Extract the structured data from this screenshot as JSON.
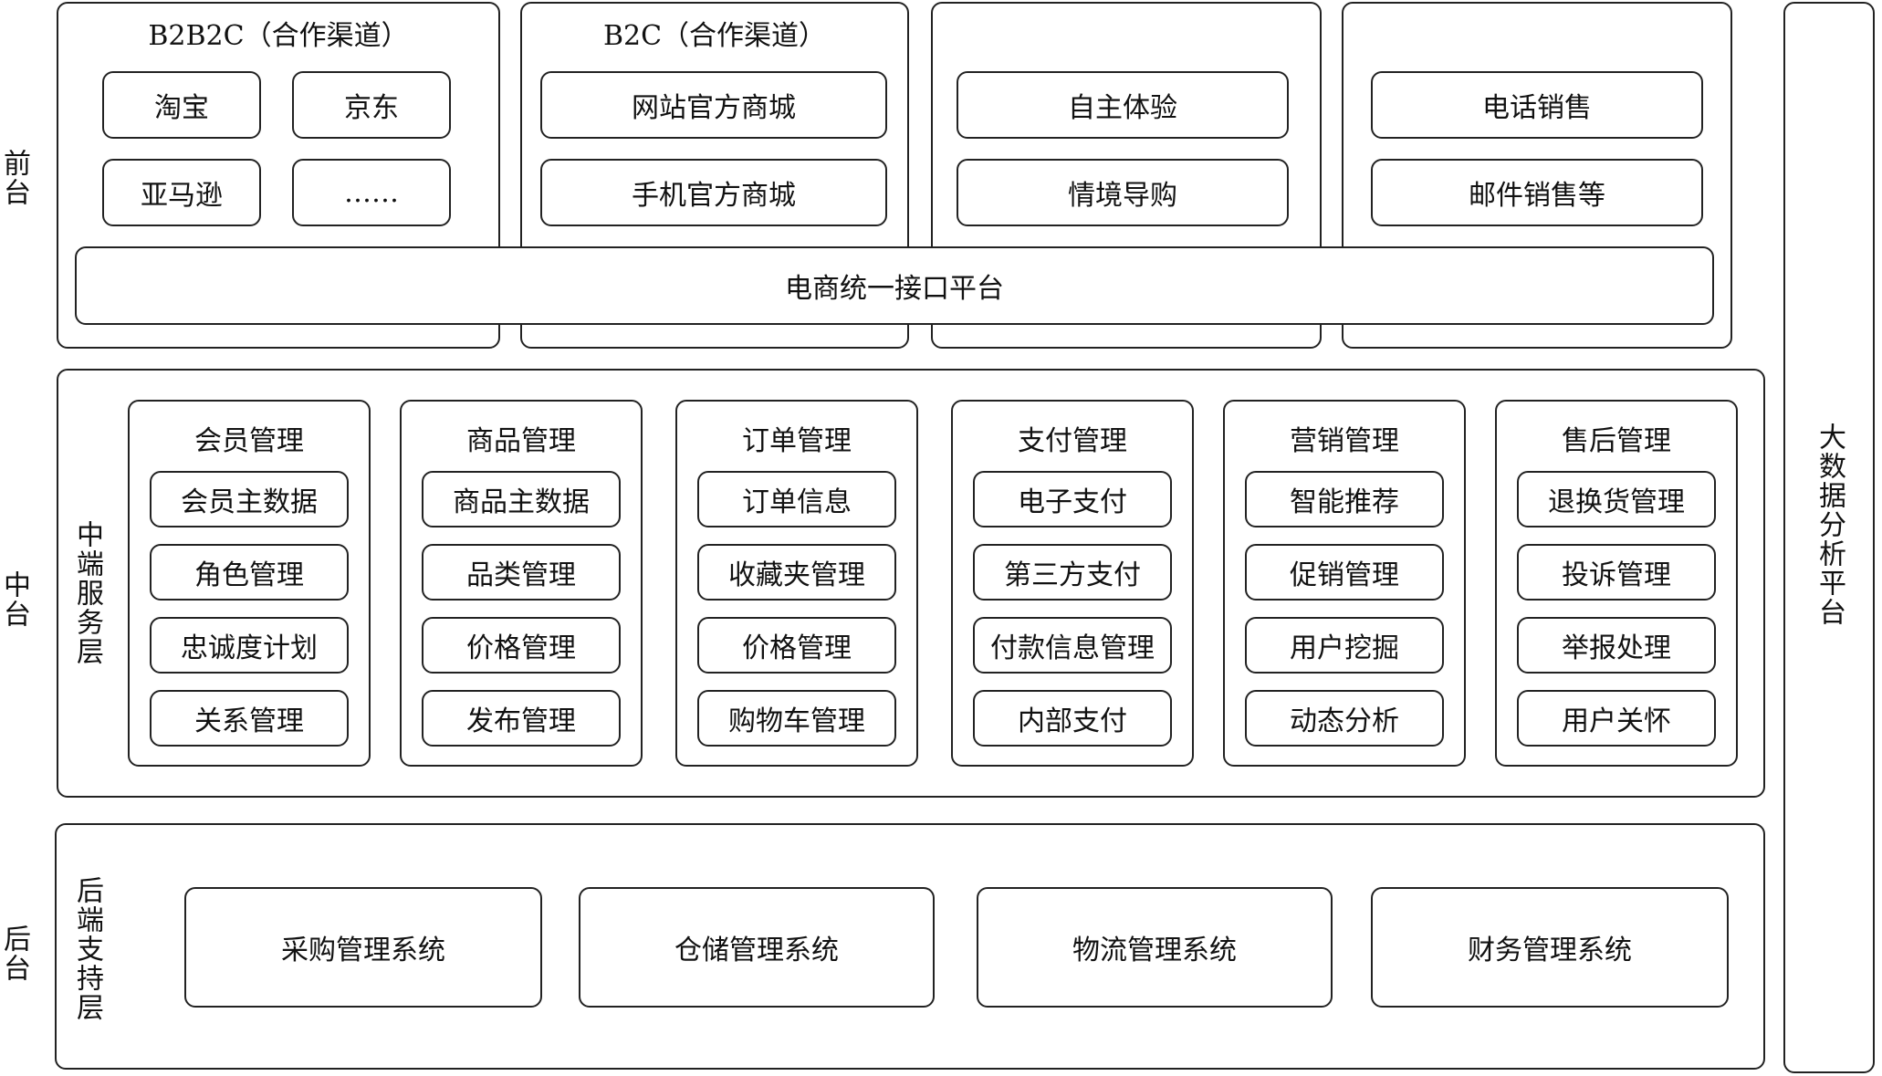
{
  "side_labels": {
    "front": "前台",
    "middle": "中台",
    "back": "后台"
  },
  "layer_labels": {
    "middle": "中端服务层",
    "back": "后端支持层"
  },
  "bigdata": "大数据分析平台",
  "front": {
    "channels": [
      {
        "title": "B2B2C（合作渠道）",
        "items": [
          "淘宝",
          "京东",
          "亚马逊",
          "……"
        ]
      },
      {
        "title": "B2C（合作渠道）",
        "items": [
          "网站官方商城",
          "手机官方商城"
        ]
      },
      {
        "title": "",
        "items": [
          "自主体验",
          "情境导购"
        ]
      },
      {
        "title": "",
        "items": [
          "电话销售",
          "邮件销售等"
        ]
      }
    ],
    "interface": "电商统一接口平台"
  },
  "middle": {
    "groups": [
      {
        "title": "会员管理",
        "items": [
          "会员主数据",
          "角色管理",
          "忠诚度计划",
          "关系管理"
        ]
      },
      {
        "title": "商品管理",
        "items": [
          "商品主数据",
          "品类管理",
          "价格管理",
          "发布管理"
        ]
      },
      {
        "title": "订单管理",
        "items": [
          "订单信息",
          "收藏夹管理",
          "价格管理",
          "购物车管理"
        ]
      },
      {
        "title": "支付管理",
        "items": [
          "电子支付",
          "第三方支付",
          "付款信息管理",
          "内部支付"
        ]
      },
      {
        "title": "营销管理",
        "items": [
          "智能推荐",
          "促销管理",
          "用户挖掘",
          "动态分析"
        ]
      },
      {
        "title": "售后管理",
        "items": [
          "退换货管理",
          "投诉管理",
          "举报处理",
          "用户关怀"
        ]
      }
    ]
  },
  "back": {
    "systems": [
      "采购管理系统",
      "仓储管理系统",
      "物流管理系统",
      "财务管理系统"
    ]
  }
}
